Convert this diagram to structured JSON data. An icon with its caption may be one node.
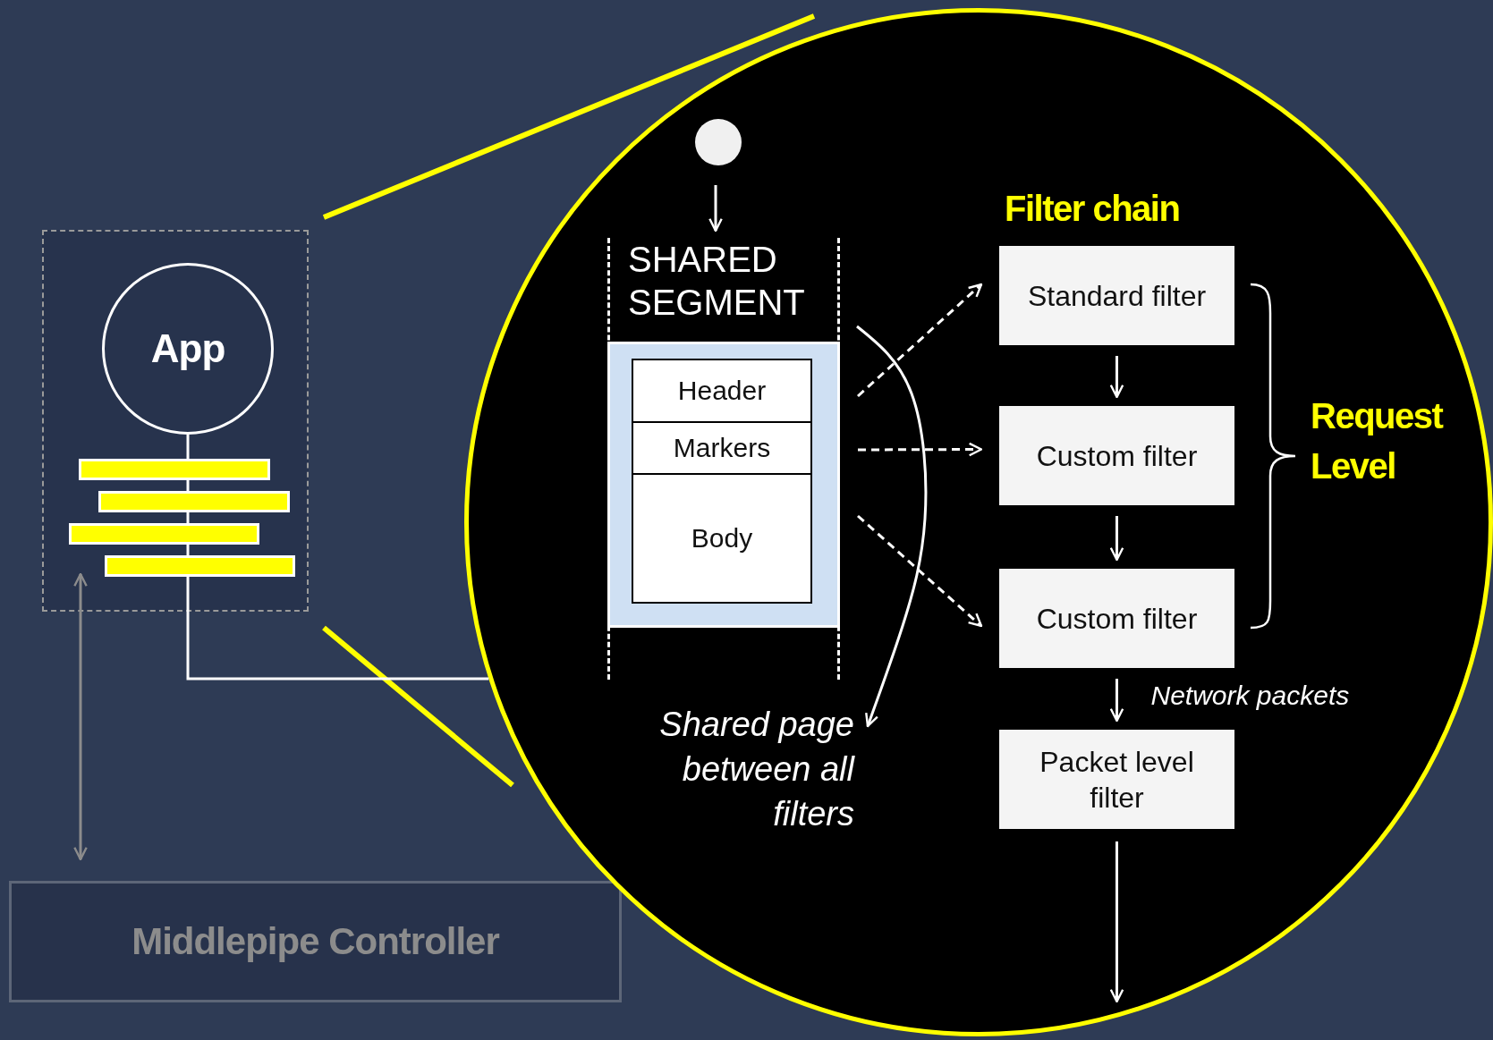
{
  "diagram": {
    "nodes": [
      {
        "text": [],
        "shape": "box"
      },
      {
        "text": [
          "App"
        ],
        "in": 0
      },
      {
        "text": [
          "Middlepipe Controller"
        ]
      },
      {
        "text": [],
        "shape": "circle"
      },
      {
        "text": [],
        "shape": "circle",
        "in": 3
      },
      {
        "text": [
          "SHARED SEGMENT"
        ],
        "in": 3
      },
      {
        "text": [
          "Header"
        ],
        "in": 5
      },
      {
        "text": [
          "Markers"
        ],
        "in": 5
      },
      {
        "text": [
          "Body"
        ],
        "in": 5
      },
      {
        "text": [
          "Shared page between all filters"
        ],
        "in": 3
      },
      {
        "text": [
          "Standard filter"
        ],
        "in": 3
      },
      {
        "text": [
          "Custom filter"
        ],
        "in": 3
      },
      {
        "text": [
          "Custom filter"
        ],
        "in": 3
      },
      {
        "text": [
          "Packet level filter"
        ],
        "in": 3
      },
      {
        "text": [],
        "shape": "bar",
        "in": 0
      },
      {
        "text": [],
        "shape": "bar",
        "in": 0
      },
      {
        "text": [],
        "shape": "bar",
        "in": 0
      },
      {
        "text": [],
        "shape": "bar",
        "in": 0
      }
    ],
    "edges": [
      {
        "from": 2,
        "to": 0,
        "arrow": "both",
        "color": "#8c8c8c"
      },
      {
        "from": 1,
        "to": 14,
        "arrow": "none"
      },
      {
        "from": 4,
        "to": 5,
        "arrow": "to"
      },
      {
        "from": 5,
        "to": 10,
        "arrow": "to",
        "style": "dashed"
      },
      {
        "from": 5,
        "to": 11,
        "arrow": "to",
        "style": "dashed"
      },
      {
        "from": 5,
        "to": 12,
        "arrow": "to",
        "style": "dashed"
      },
      {
        "from": 5,
        "to": 9,
        "arrow": "to"
      },
      {
        "from": 10,
        "to": 11,
        "arrow": "to"
      },
      {
        "from": 11,
        "to": 12,
        "arrow": "to"
      },
      {
        "from": 12,
        "to": 13,
        "arrow": "to",
        "label": "Network packets"
      },
      {
        "from": 13,
        "to": null,
        "arrow": "to"
      },
      {
        "from": 14,
        "to": 15,
        "arrow": "none"
      },
      {
        "from": 15,
        "to": 16,
        "arrow": "none"
      },
      {
        "from": 16,
        "to": 17,
        "arrow": "none"
      },
      {
        "from": 17,
        "to": 3,
        "arrow": "none"
      }
    ],
    "labels": [
      "Filter chain",
      "Request Level"
    ]
  }
}
